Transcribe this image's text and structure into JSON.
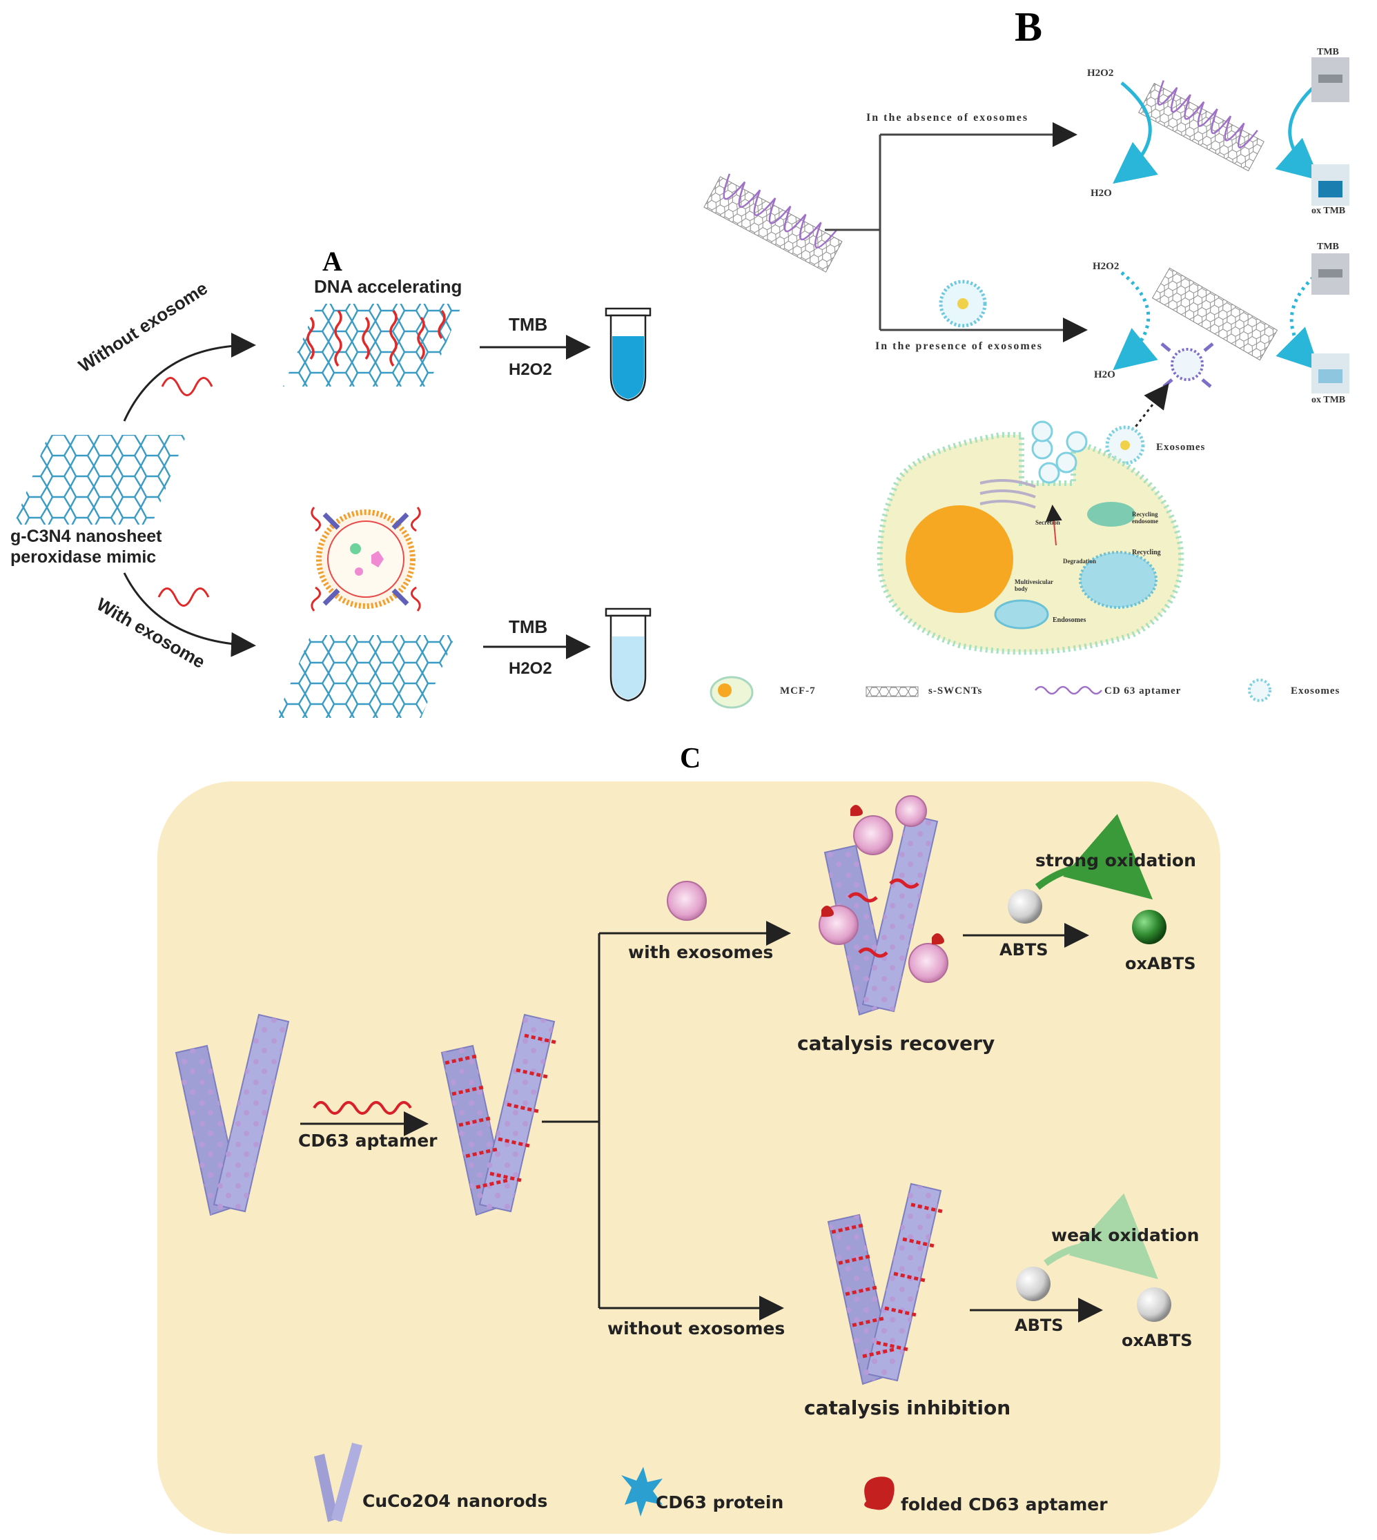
{
  "panelA": {
    "letter": "A",
    "top_label": "DNA accelerating",
    "branch_without": "Without exosome",
    "branch_with": "With exosome",
    "sheet_label_line1": "g-C3N4 nanosheet",
    "sheet_label_line2": "peroxidase mimic",
    "reagent_tmb_top": "TMB",
    "reagent_h2o2_top": "H2O2",
    "reagent_tmb_bottom": "TMB",
    "reagent_h2o2_bottom": "H2O2",
    "colors": {
      "lattice": "#3a9bc4",
      "dna": "#e02a2a",
      "tube_dark": "#1aa3d9",
      "tube_light": "#bfe6f7"
    }
  },
  "panelB": {
    "letter": "B",
    "absence_label": "In the absence of exosomes",
    "presence_label": "In the presence of exosomes",
    "h2o2_top": "H2O2",
    "h2o_top": "H2O",
    "h2o2_bottom": "H2O2",
    "h2o_bottom": "H2O",
    "tmb_top": "TMB",
    "oxtmb_top": "ox TMB",
    "tmb_bottom": "TMB",
    "oxtmb_bottom": "ox TMB",
    "exosomes_label": "Exosomes",
    "cell_labels": [
      "Secretion",
      "Recycling endosome",
      "Degradation",
      "Recycling",
      "Multivesicular body",
      "Endosomes"
    ],
    "legend": [
      "MCF-7",
      "s-SWCNTs",
      "CD 63 aptamer",
      "Exosomes"
    ],
    "colors": {
      "arrow": "#29b6d9",
      "nucleus": "#f7a823",
      "cell": "#f3f1c8"
    }
  },
  "panelC": {
    "letter": "C",
    "aptamer_label": "CD63 aptamer",
    "with_exosomes": "with exosomes",
    "without_exosomes": "without exosomes",
    "strong_oxidation": "strong oxidation",
    "weak_oxidation": "weak oxidation",
    "abts_top": "ABTS",
    "oxabts_top": "oxABTS",
    "abts_bottom": "ABTS",
    "oxabts_bottom": "oxABTS",
    "catalysis_recovery": "catalysis recovery",
    "catalysis_inhibition": "catalysis inhibition",
    "legend_nanorods": "CuCo2O4 nanorods",
    "legend_cd63": "CD63 protein",
    "legend_folded": "folded CD63 aptamer",
    "colors": {
      "background": "#f9ebc4",
      "rod": "#9f9fd6",
      "aptamer": "#d8202a",
      "green": "#2f8a2f"
    }
  }
}
